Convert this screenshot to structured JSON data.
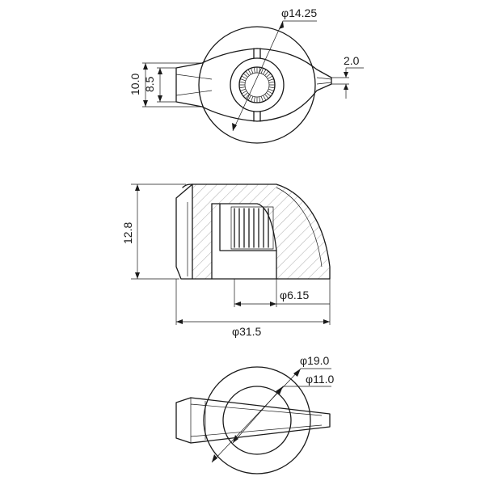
{
  "drawing": {
    "top_view": {
      "bore_diameter": "φ14.25",
      "pointer_width": "2.0",
      "outer_height": "10.0",
      "inner_height": "8.5"
    },
    "side_view": {
      "height": "12.8",
      "shaft_diameter": "φ6.15",
      "overall_diameter": "φ31.5"
    },
    "bottom_view": {
      "outer_diameter": "φ19.0",
      "inner_diameter": "φ11.0"
    }
  }
}
